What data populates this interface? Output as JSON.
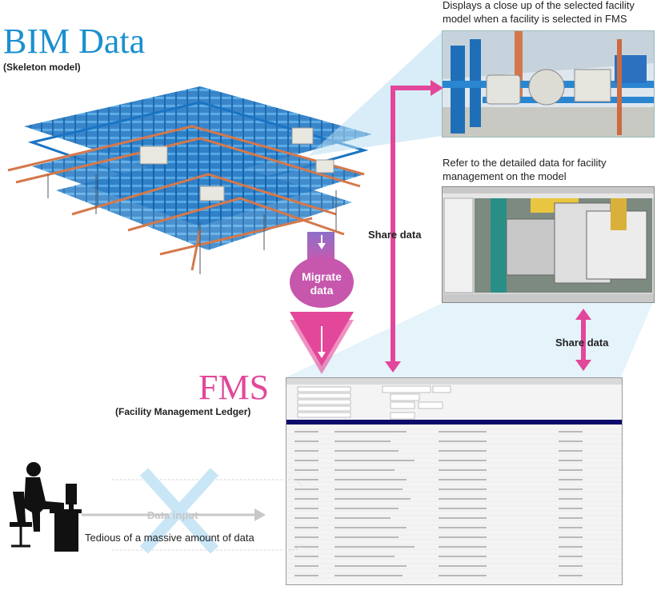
{
  "bim": {
    "title": "BIM Data",
    "subtitle": "(Skeleton model)"
  },
  "fms": {
    "title": "FMS",
    "subtitle": "(Facility Management Ledger)"
  },
  "captions": {
    "closeup": "Displays a close up of the selected facility model when a facility is selected in FMS",
    "refer": "Refer to the detailed data for facility management on the model"
  },
  "labels": {
    "share_top": "Share data",
    "share_right": "Share data",
    "migrate": "Migrate data",
    "data_input": "Data input",
    "tedious": "Tedious of a massive amount of data"
  },
  "colors": {
    "bim_blue": "#1b8fd0",
    "fms_pink": "#e2479a",
    "pipe_blue": "#1a74c4",
    "pipe_copper": "#d4784c",
    "migrate_purple": "#8e6fc8"
  },
  "icons": {
    "person": "person-at-desk-icon",
    "cross": "x-cross-icon"
  }
}
